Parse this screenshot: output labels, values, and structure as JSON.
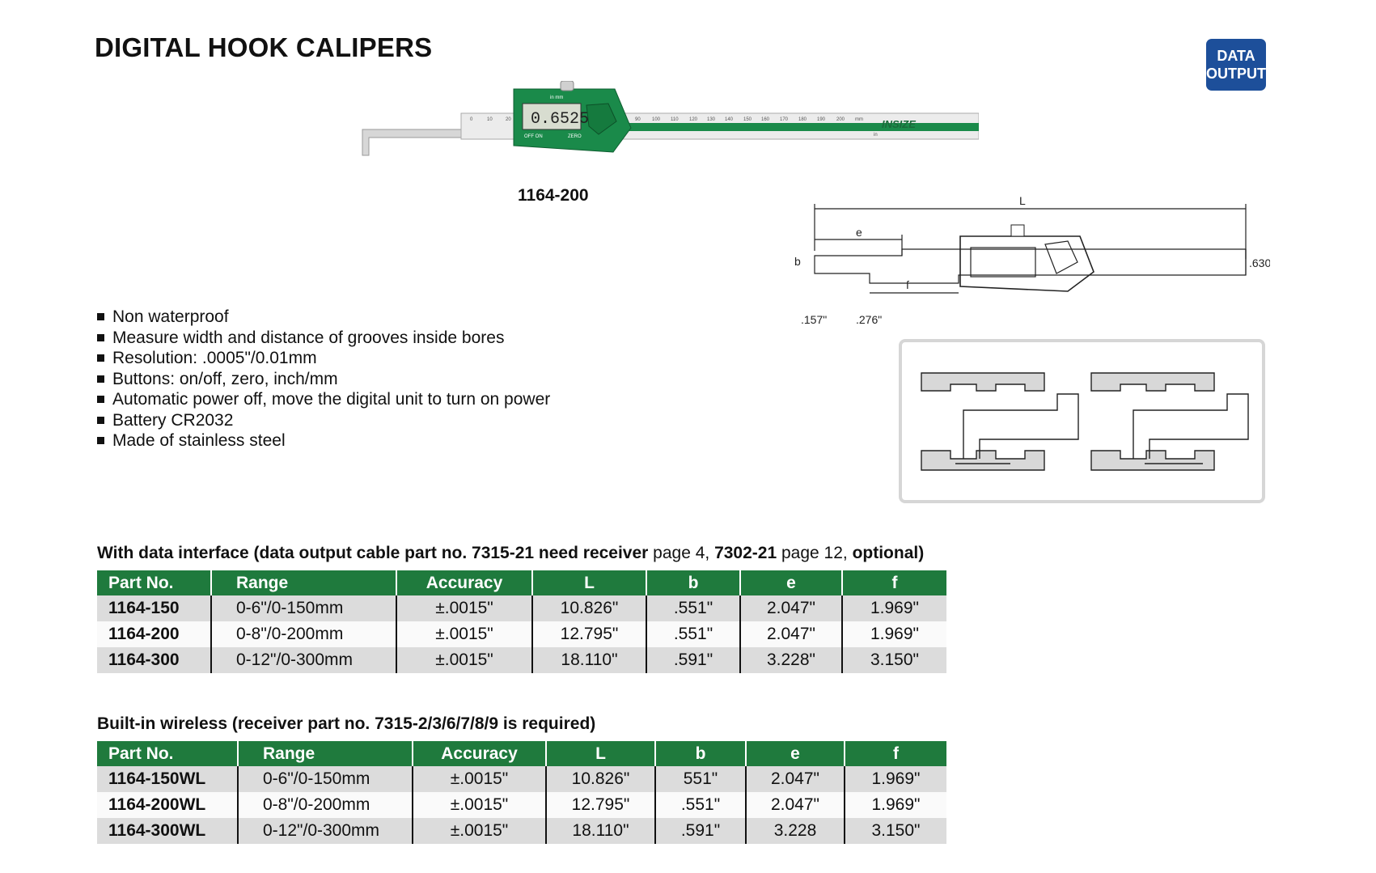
{
  "title": "DIGITAL HOOK CALIPERS",
  "badge": {
    "line1": "DATA",
    "line2": "OUTPUT"
  },
  "product": {
    "model": "1164-200",
    "display_reading": "0.6525",
    "brand": "INSIZE",
    "display_labels": {
      "unit": "in mm",
      "off_on": "OFF ON",
      "zero": "ZERO"
    },
    "scale_labels": [
      "0",
      "10",
      "20",
      "90",
      "100",
      "110",
      "120",
      "130",
      "140",
      "150",
      "160",
      "170",
      "180",
      "190",
      "200",
      "mm",
      "in"
    ]
  },
  "features": [
    "Non waterproof",
    "Measure width and distance of grooves inside bores",
    "Resolution: .0005\"/0.01mm",
    "Buttons: on/off, zero, inch/mm",
    "Automatic power off, move the digital unit to turn on power",
    "Battery CR2032",
    "Made of stainless steel"
  ],
  "diagram_labels": {
    "L": "L",
    "e": "e",
    "b": "b",
    "f": "f",
    "d157": ".157\"",
    "d276": ".276\"",
    "d630": ".630\""
  },
  "table1": {
    "caption": {
      "p1": "With data interface (data output cable part no. 7315-21 need receiver",
      "p2": " page 4, ",
      "p3": "7302-21",
      "p4": " page 12, ",
      "p5": "optional)"
    },
    "headers": [
      "Part No.",
      "Range",
      "Accuracy",
      "L",
      "b",
      "e",
      "f"
    ],
    "rows": [
      [
        "1164-150",
        "0-6\"/0-150mm",
        "±.0015\"",
        "10.826\"",
        ".551\"",
        "2.047\"",
        "1.969\""
      ],
      [
        "1164-200",
        "0-8\"/0-200mm",
        "±.0015\"",
        "12.795\"",
        ".551\"",
        "2.047\"",
        "1.969\""
      ],
      [
        "1164-300",
        "0-12\"/0-300mm",
        "±.0015\"",
        "18.110\"",
        ".591\"",
        "3.228\"",
        "3.150\""
      ]
    ]
  },
  "table2": {
    "caption": "Built-in wireless (receiver part no. 7315-2/3/6/7/8/9 is required)",
    "headers": [
      "Part No.",
      "Range",
      "Accuracy",
      "L",
      "b",
      "e",
      "f"
    ],
    "rows": [
      [
        "1164-150WL",
        "0-6\"/0-150mm",
        "±.0015\"",
        "10.826\"",
        "551\"",
        "2.047\"",
        "1.969\""
      ],
      [
        "1164-200WL",
        "0-8\"/0-200mm",
        "±.0015\"",
        "12.795\"",
        ".551\"",
        "2.047\"",
        "1.969\""
      ],
      [
        "1164-300WL",
        "0-12\"/0-300mm",
        "±.0015\"",
        "18.110\"",
        ".591\"",
        "3.228",
        "3.150\""
      ]
    ]
  },
  "colors": {
    "header_green": "#1f7a3d",
    "badge_blue": "#1d4f9a",
    "caliper_green": "#1a8a4a"
  }
}
